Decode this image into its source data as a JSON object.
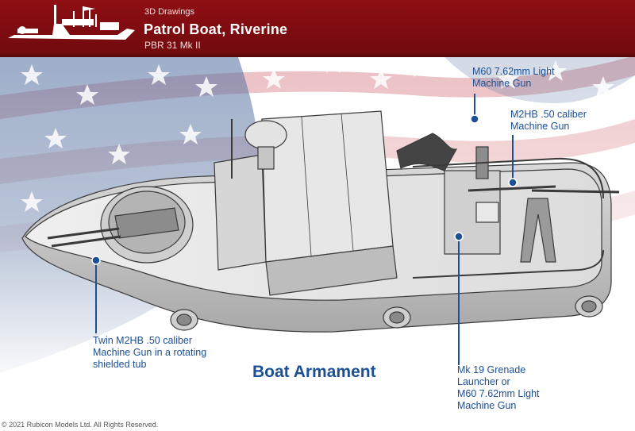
{
  "header": {
    "category": "3D Drawings",
    "title": "Patrol Boat, Riverine",
    "subtitle": "PBR 31 Mk II"
  },
  "heading": "Boat Armament",
  "callouts": {
    "twin_m2hb": [
      "Twin M2HB .50 caliber",
      "Machine Gun in a rotating",
      "shielded tub"
    ],
    "m60_top": [
      "M60 7.62mm Light",
      "Machine Gun"
    ],
    "m2hb_rear": [
      "M2HB .50 caliber",
      "Machine Gun"
    ],
    "mk19": [
      "Mk 19 Grenade",
      "Launcher or",
      "M60 7.62mm Light",
      "Machine Gun"
    ]
  },
  "footer": {
    "copyright": "© 2021 Rubicon Models Ltd. All Rights Reserved."
  },
  "colors": {
    "header_red": "#8e0f14",
    "callout_blue": "#1c4f94",
    "flag_red": "#c9585c",
    "flag_blue": "#3f5f93"
  }
}
